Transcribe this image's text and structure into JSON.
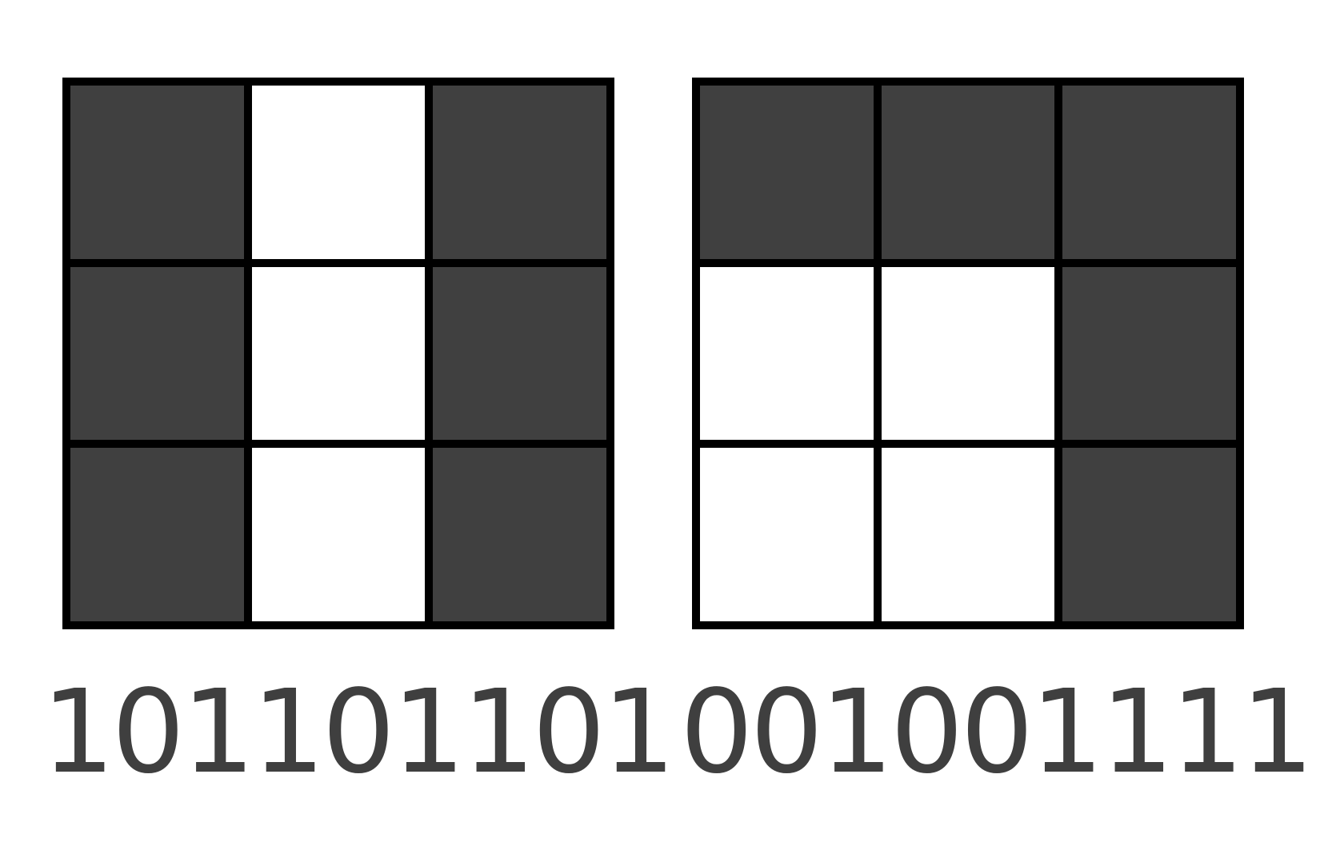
{
  "patterns": [
    {
      "code": "101101101",
      "cells": [
        1,
        0,
        1,
        1,
        0,
        1,
        1,
        0,
        1
      ]
    },
    {
      "code": "001001111",
      "cells": [
        1,
        1,
        1,
        0,
        0,
        1,
        0,
        0,
        1
      ]
    }
  ],
  "colors": {
    "filled": "#404040",
    "empty": "#ffffff",
    "border": "#000000",
    "text": "#3f3f3f"
  }
}
